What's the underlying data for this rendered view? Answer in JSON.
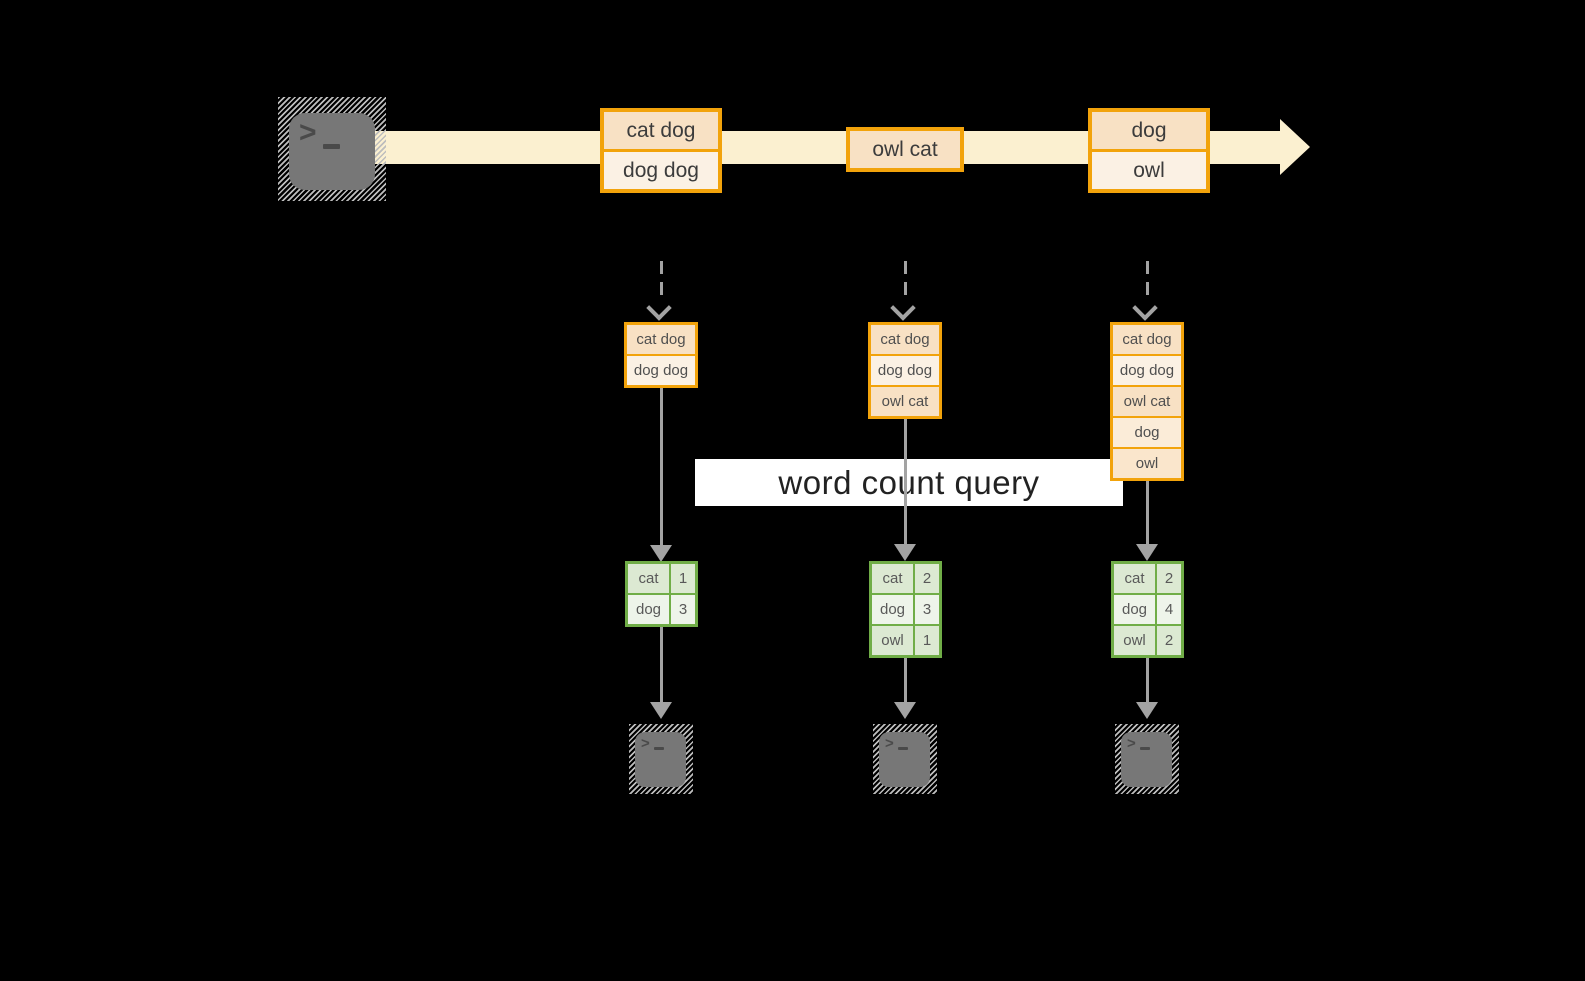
{
  "colors": {
    "background": "#000000",
    "stream_band": "#FBF0D0",
    "orange_border": "#F2A30B",
    "peach_fill": "#F8E1C4",
    "cream_fill": "#FBF1E4",
    "green_border": "#70AD47",
    "green_dark_fill": "#DCE9D2",
    "green_light_fill": "#EEF4EA",
    "arrow_gray": "#A3A3A3",
    "terminal_gray": "#777777",
    "query_band_bg": "#FFFFFF"
  },
  "terminal": {
    "prompt_chevron": ">"
  },
  "query_band": {
    "label": "word count query"
  },
  "stream": {
    "records": [
      {
        "lines": [
          "cat dog",
          "dog dog"
        ]
      },
      {
        "lines": [
          "owl cat"
        ]
      },
      {
        "lines": [
          "dog",
          "owl"
        ]
      }
    ]
  },
  "columns": [
    {
      "buffer": [
        "cat dog",
        "dog dog"
      ],
      "counts": [
        {
          "word": "cat",
          "value": "1"
        },
        {
          "word": "dog",
          "value": "3"
        }
      ]
    },
    {
      "buffer": [
        "cat dog",
        "dog dog",
        "owl cat"
      ],
      "counts": [
        {
          "word": "cat",
          "value": "2"
        },
        {
          "word": "dog",
          "value": "3"
        },
        {
          "word": "owl",
          "value": "1"
        }
      ]
    },
    {
      "buffer": [
        "cat dog",
        "dog dog",
        "owl cat",
        "dog",
        "owl"
      ],
      "counts": [
        {
          "word": "cat",
          "value": "2"
        },
        {
          "word": "dog",
          "value": "4"
        },
        {
          "word": "owl",
          "value": "2"
        }
      ]
    }
  ]
}
